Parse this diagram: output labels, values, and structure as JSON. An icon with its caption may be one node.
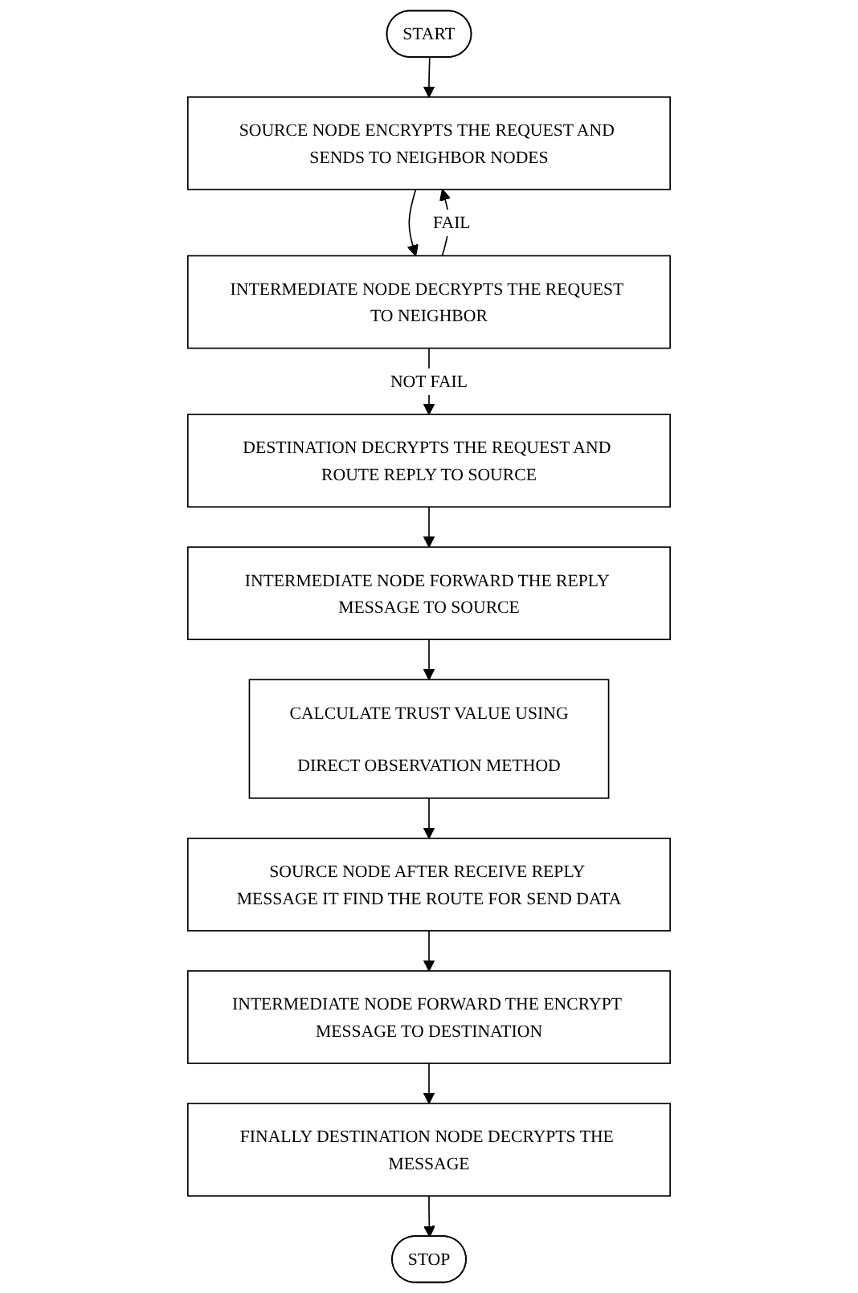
{
  "diagram": {
    "nodes": [
      {
        "text": [
          "START"
        ]
      },
      {
        "text": [
          "SOURCE NODE ENCRYPTS THE REQUEST AND SENDS TO NEIGHBOR NODES"
        ]
      },
      {
        "text": [
          "INTERMEDIATE NODE DECRYPTS THE REQUEST TO NEIGHBOR"
        ]
      },
      {
        "text": [
          "DESTINATION DECRYPTS THE REQUEST AND ROUTE REPLY TO SOURCE"
        ]
      },
      {
        "text": [
          "INTERMEDIATE NODE FORWARD THE REPLY MESSAGE TO SOURCE"
        ]
      },
      {
        "text": [
          "CALCULATE TRUST VALUE USING",
          "DIRECT OBSERVATION METHOD"
        ]
      },
      {
        "text": [
          "SOURCE NODE AFTER RECEIVE REPLY MESSAGE IT FIND THE ROUTE FOR SEND DATA"
        ]
      },
      {
        "text": [
          "INTERMEDIATE NODE FORWARD THE ENCRYPT MESSAGE TO DESTINATION"
        ]
      },
      {
        "text": [
          "FINALLY DESTINATION NODE DECRYPTS THE MESSAGE"
        ]
      },
      {
        "text": [
          "STOP"
        ]
      }
    ],
    "edges": [
      {
        "from": 0,
        "to": 1,
        "arrow": "to"
      },
      {
        "from": 1,
        "to": 2,
        "arrow": "to"
      },
      {
        "from": 2,
        "to": 1,
        "label": "FAIL",
        "arrow": "to"
      },
      {
        "from": 2,
        "to": 3,
        "label": "NOT FAIL",
        "arrow": "to"
      },
      {
        "from": 3,
        "to": 4,
        "arrow": "to"
      },
      {
        "from": 4,
        "to": 5,
        "arrow": "to"
      },
      {
        "from": 5,
        "to": 6,
        "arrow": "to"
      },
      {
        "from": 6,
        "to": 7,
        "arrow": "to"
      },
      {
        "from": 7,
        "to": 8,
        "arrow": "to"
      },
      {
        "from": 8,
        "to": 9,
        "arrow": "to"
      }
    ]
  }
}
